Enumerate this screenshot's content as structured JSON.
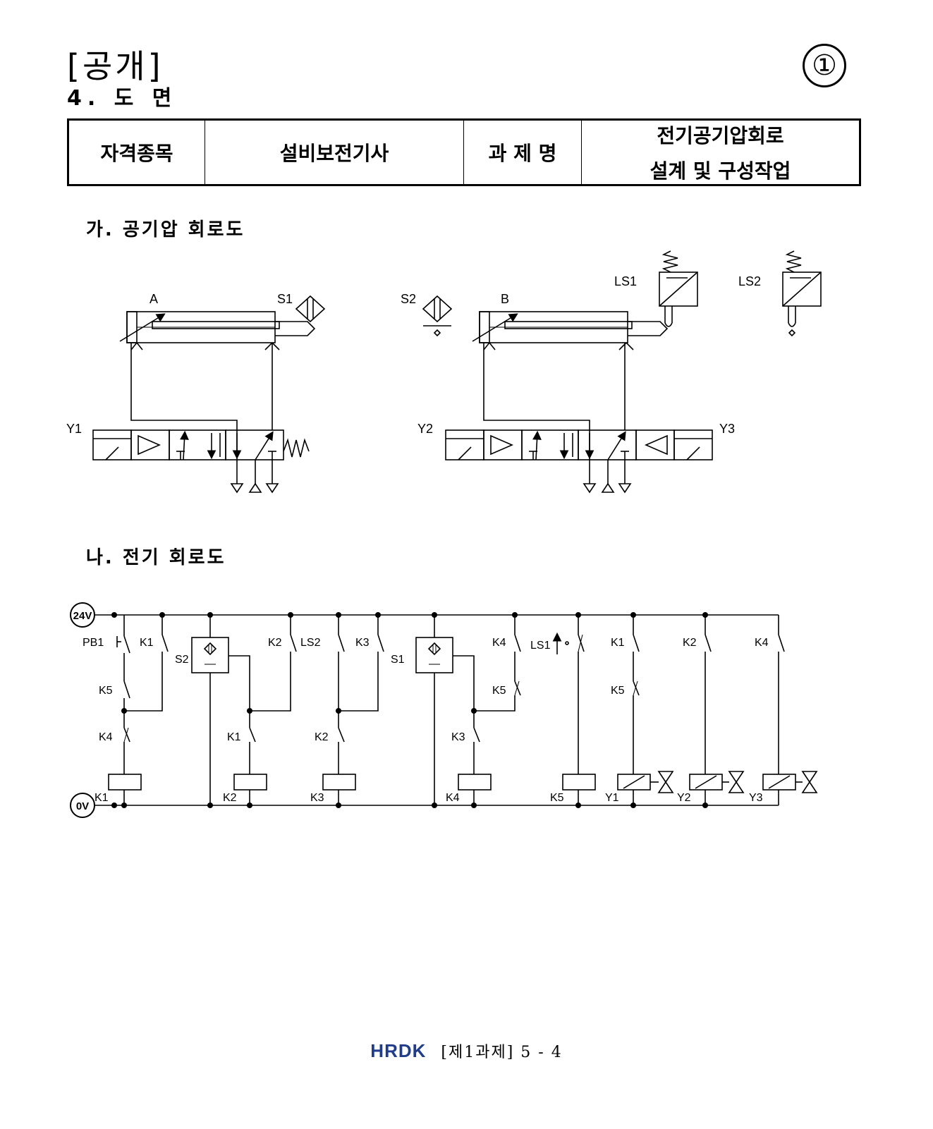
{
  "header": {
    "tag": "[공개]",
    "number": "①",
    "section": "4. 도 면"
  },
  "info_table": {
    "label1": "자격종목",
    "value1": "설비보전기사",
    "label2": "과 제 명",
    "value2_line1": "전기공기압회로",
    "value2_line2": "설계 및 구성작업"
  },
  "pneumatic": {
    "title": "가. 공기압 회로도",
    "labels": {
      "cyl_a": "A",
      "cyl_b": "B",
      "s1": "S1",
      "s2": "S2",
      "ls1": "LS1",
      "ls2": "LS2",
      "y1": "Y1",
      "y2": "Y2",
      "y3": "Y3"
    }
  },
  "electric": {
    "title": "나. 전기 회로도",
    "rail_top": "24V",
    "rail_bottom": "0V",
    "labels": {
      "pb1": "PB1",
      "k1a": "K1",
      "k5a": "K5",
      "k4a": "K4",
      "s2": "S2",
      "k2a": "K2",
      "k1b": "K1",
      "ls2": "LS2",
      "k3a": "K3",
      "k2b": "K2",
      "s1": "S1",
      "k4b": "K4",
      "k5b": "K5",
      "k3b": "K3",
      "ls1": "LS1",
      "k1c": "K1",
      "k5c": "K5",
      "k2c": "K2",
      "k4c": "K4",
      "coil_k1": "K1",
      "coil_k2": "K2",
      "coil_k3": "K3",
      "coil_k4": "K4",
      "coil_k5": "K5",
      "sol_y1": "Y1",
      "sol_y2": "Y2",
      "sol_y3": "Y3"
    }
  },
  "footer": {
    "logo": "HRDK",
    "page": "[제1과제] 5 - 4"
  },
  "colors": {
    "logo": "#1f3d8a",
    "line": "#000000"
  }
}
